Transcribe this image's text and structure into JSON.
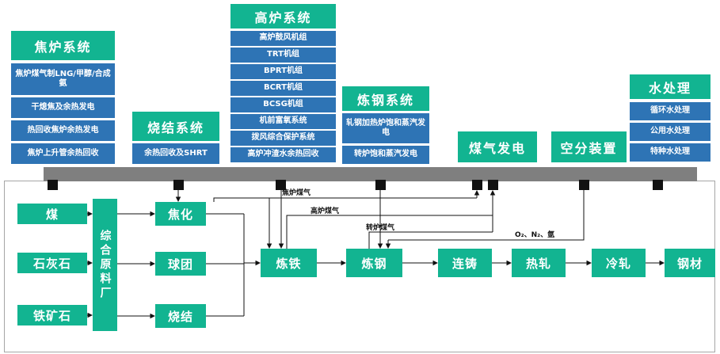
{
  "systems": {
    "coke_oven": {
      "title": "焦炉系统",
      "items": [
        "焦炉煤气制LNG/甲醇/合成氨",
        "干熄焦及余热发电",
        "热回收焦炉余热发电",
        "焦炉上升管余热回收"
      ]
    },
    "sintering": {
      "title": "烧结系统",
      "items": [
        "余热回收及SHRT"
      ]
    },
    "blast_furnace": {
      "title": "高炉系统",
      "items": [
        "高炉鼓风机组",
        "TRT机组",
        "BPRT机组",
        "BCRT机组",
        "BCSG机组",
        "机前富氧系统",
        "拨风综合保护系统",
        "高炉冲渣水余热回收"
      ]
    },
    "steelmaking": {
      "title": "炼钢系统",
      "items": [
        "轧钢加热炉饱和蒸汽发电",
        "转炉饱和蒸汽发电"
      ]
    },
    "gas_power": {
      "title": "煤气发电"
    },
    "air_separation": {
      "title": "空分装置"
    },
    "water": {
      "title": "水处理",
      "items": [
        "循环水处理",
        "公用水处理",
        "特种水处理"
      ]
    }
  },
  "process": {
    "raw_inputs": [
      "煤",
      "石灰石",
      "铁矿石"
    ],
    "raw_plant": "综合原料厂",
    "branches": [
      "焦化",
      "球团",
      "烧结"
    ],
    "chain": [
      "炼铁",
      "炼钢",
      "连铸",
      "热轧",
      "冷轧",
      "钢材"
    ]
  },
  "flow_labels": {
    "coke_gas": "焦炉煤气",
    "bf_gas": "高炉煤气",
    "converter_gas": "转炉煤气",
    "air_gases": "O₂、N₂、氩"
  },
  "colors": {
    "system_green": "#12B491",
    "item_blue": "#2E74B5",
    "bus_gray": "#7F7F7F",
    "node_black": "#111111",
    "panel_border": "#A6A6A6"
  }
}
